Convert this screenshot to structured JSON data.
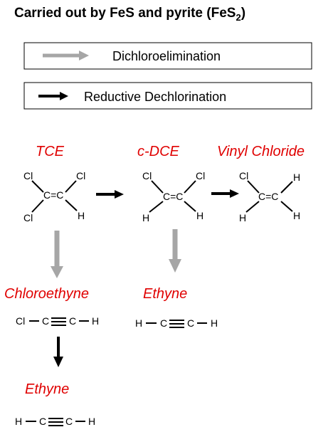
{
  "title": {
    "text": "Carried out by FeS and pyrite (FeS",
    "sub": "2",
    "close": ")"
  },
  "legend": {
    "dichloro": {
      "label": "Dichloroelimination",
      "color": "#a6a6a6"
    },
    "reductive": {
      "label": "Reductive Dechlorination",
      "color": "#000000"
    }
  },
  "colors": {
    "compound_name": "#e00000",
    "bond": "#000000"
  },
  "compounds": {
    "tce": {
      "name": "TCE",
      "center": "C=C",
      "atoms": {
        "top_left": "Cl",
        "top_right": "Cl",
        "bottom_left": "Cl",
        "bottom_right": "H"
      }
    },
    "cdce": {
      "name": "c-DCE",
      "center": "C=C",
      "atoms": {
        "top_left": "Cl",
        "top_right": "Cl",
        "bottom_left": "H",
        "bottom_right": "H"
      }
    },
    "vc": {
      "name": "Vinyl Chloride",
      "center": "C=C",
      "atoms": {
        "top_left": "Cl",
        "top_right": "H",
        "bottom_left": "H",
        "bottom_right": "H"
      }
    },
    "chloroethyne": {
      "name": "Chloroethyne",
      "atoms": [
        "Cl",
        "C",
        "C",
        "H"
      ]
    },
    "ethyne_right": {
      "name": "Ethyne",
      "atoms": [
        "H",
        "C",
        "C",
        "H"
      ]
    },
    "ethyne_bottom": {
      "name": "Ethyne",
      "atoms": [
        "H",
        "C",
        "C",
        "H"
      ]
    }
  }
}
